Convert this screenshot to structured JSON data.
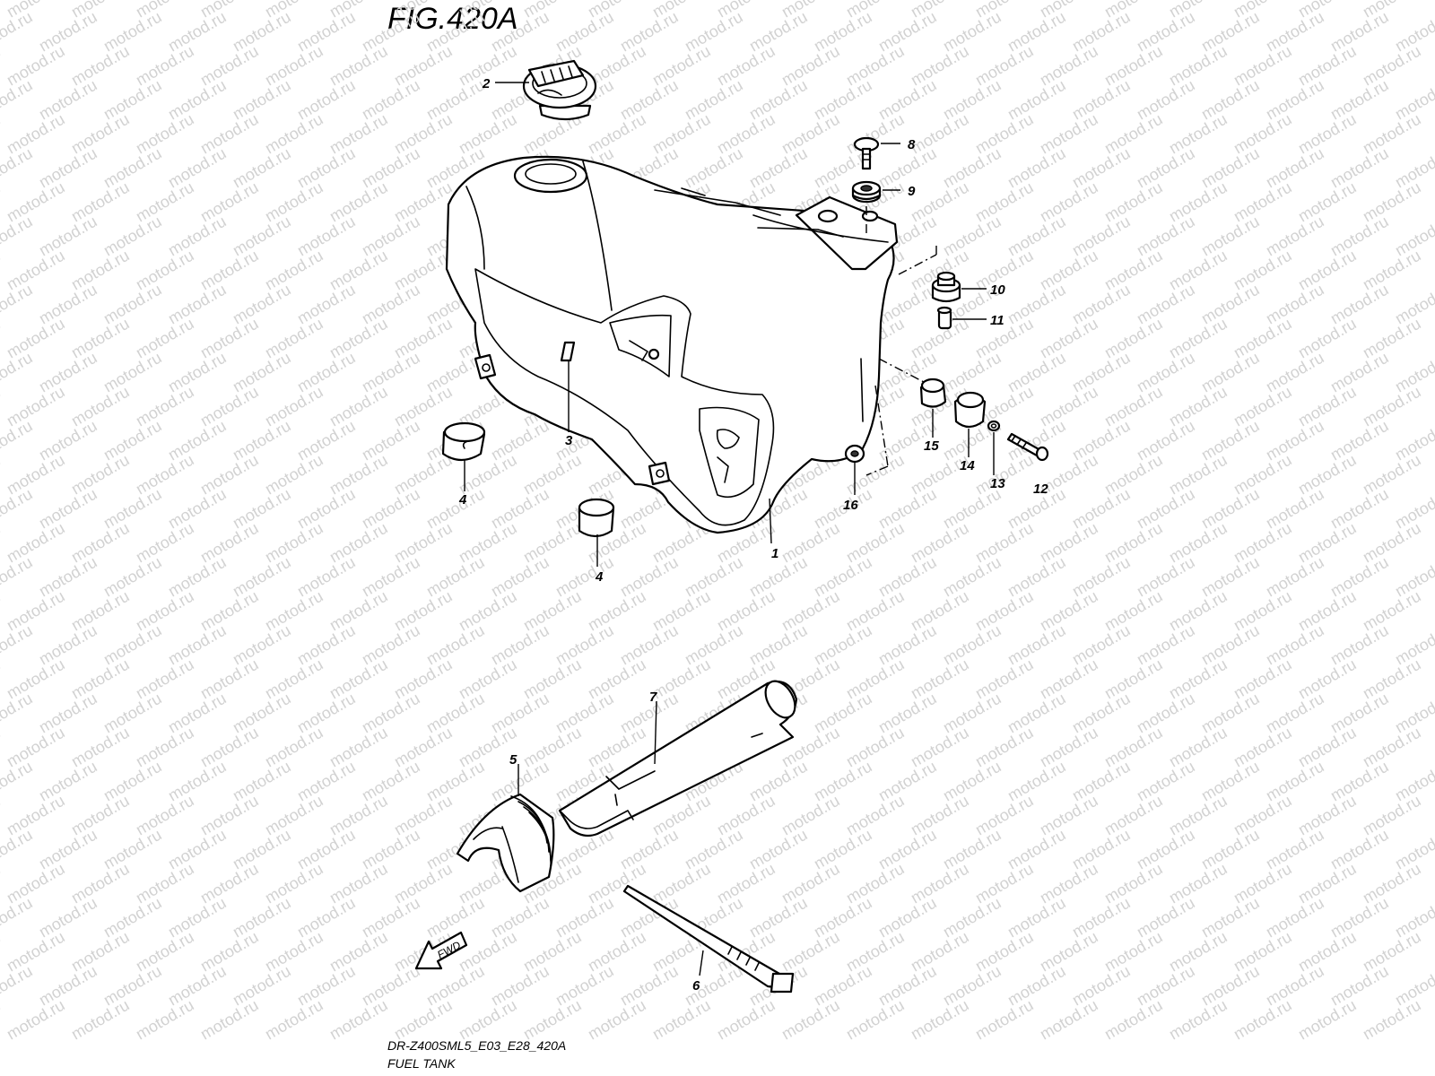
{
  "figure": {
    "title": "FIG.420A",
    "model_code": "DR-Z400SML5_E03_E28_420A",
    "section_name": "FUEL TANK",
    "watermark": "motod.ru",
    "fwd_label": "FWD"
  },
  "callouts": {
    "c1": "1",
    "c2": "2",
    "c3": "3",
    "c4a": "4",
    "c4b": "4",
    "c5": "5",
    "c6": "6",
    "c7": "7",
    "c8": "8",
    "c9": "9",
    "c10": "10",
    "c11": "11",
    "c12": "12",
    "c13": "13",
    "c14": "14",
    "c15": "15",
    "c16": "16"
  },
  "colors": {
    "line": "#000000",
    "background": "#ffffff",
    "watermark": "#d2d2d2"
  }
}
